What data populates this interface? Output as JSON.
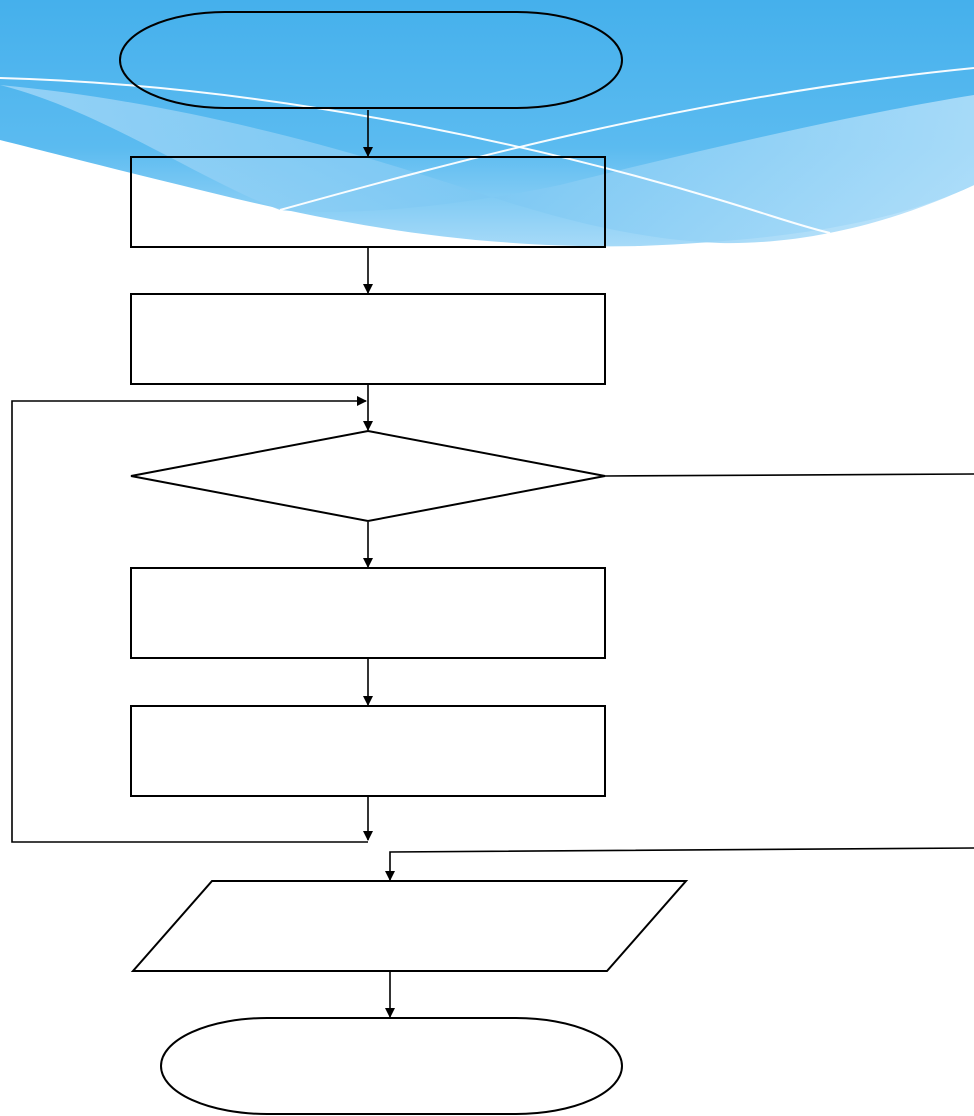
{
  "slide": {
    "background": {
      "banner_color_top": "#45B0EC",
      "banner_color_bottom": "#A6DAF8",
      "swoosh_line_color": "#FFFFFF"
    }
  },
  "flowchart": {
    "stroke_color": "#000000",
    "fill_color": "#FFFFFF",
    "nodes": [
      {
        "id": "start",
        "shape": "terminator",
        "label": ""
      },
      {
        "id": "step-1",
        "shape": "process",
        "label": ""
      },
      {
        "id": "step-2",
        "shape": "process",
        "label": ""
      },
      {
        "id": "decision",
        "shape": "decision",
        "label": ""
      },
      {
        "id": "step-3",
        "shape": "process",
        "label": ""
      },
      {
        "id": "step-4",
        "shape": "process",
        "label": ""
      },
      {
        "id": "output",
        "shape": "data",
        "label": ""
      },
      {
        "id": "end",
        "shape": "terminator",
        "label": ""
      }
    ],
    "edges": [
      {
        "from": "start",
        "to": "step-1"
      },
      {
        "from": "step-1",
        "to": "step-2"
      },
      {
        "from": "step-2",
        "to": "decision"
      },
      {
        "from": "decision",
        "to": "step-3"
      },
      {
        "from": "step-3",
        "to": "step-4"
      },
      {
        "from": "step-4",
        "to": "decision",
        "kind": "loop-back"
      },
      {
        "from": "decision",
        "to": "output",
        "kind": "exit-branch"
      },
      {
        "from": "output",
        "to": "end"
      }
    ]
  }
}
